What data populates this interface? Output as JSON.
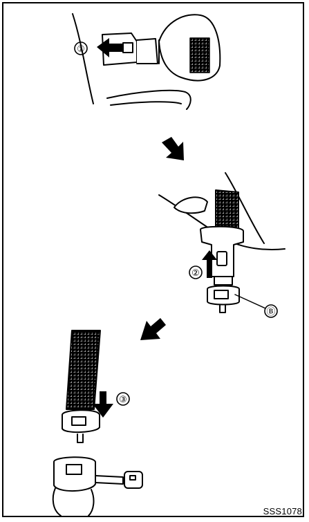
{
  "figure": {
    "reference_code": "SSS1078",
    "step_markers": [
      "①",
      "②",
      "③"
    ],
    "part_marker": "Ⓑ",
    "ink_color": "#000000",
    "paper_color": "#ffffff"
  }
}
